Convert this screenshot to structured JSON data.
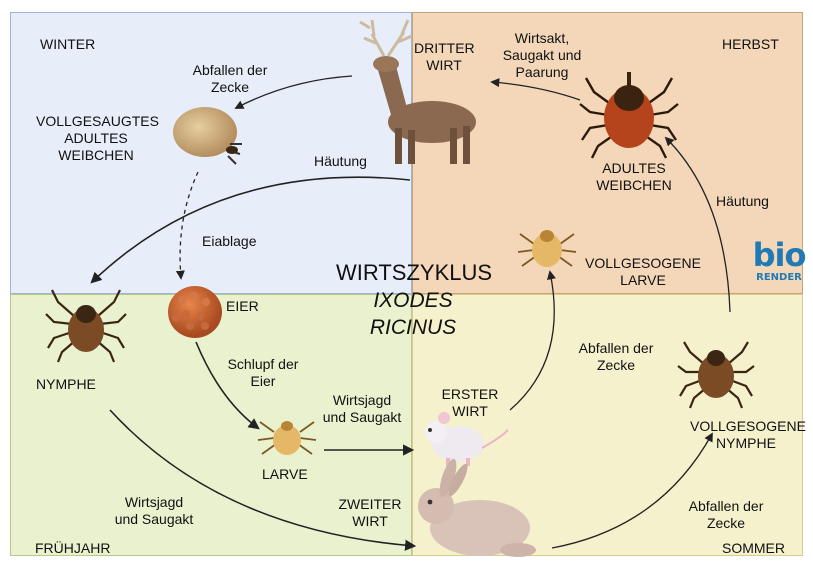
{
  "seasons": {
    "winter": "WINTER",
    "autumn": "HERBST",
    "spring": "FRÜHJAHR",
    "summer": "SOMMER"
  },
  "title": {
    "line1": "WIRTSZYKLUS",
    "line2": "IXODES",
    "line3": "RICINUS"
  },
  "stages": {
    "engorged_female": [
      "VOLLGESAUGTES",
      "ADULTES",
      "WEIBCHEN"
    ],
    "eggs": "EIER",
    "nymph": "NYMPHE",
    "larva": "LARVE",
    "engorged_larva": [
      "VOLLGESOGENE",
      "LARVE"
    ],
    "adult_female": [
      "ADULTES",
      "WEIBCHEN"
    ],
    "engorged_nymph": [
      "VOLLGESOGENE",
      "NYMPHE"
    ]
  },
  "hosts": {
    "third": [
      "DRITTER",
      "WIRT"
    ],
    "first": [
      "ERSTER",
      "WIRT"
    ],
    "second": [
      "ZWEITER",
      "WIRT"
    ]
  },
  "transitions": {
    "drop_winter": [
      "Abfallen der",
      "Zecke"
    ],
    "host_autumn": [
      "Wirtsakt,",
      "Saugakt und",
      "Paarung"
    ],
    "molt_top": "Häutung",
    "egg_laying": "Eiablage",
    "molt_right": "Häutung",
    "hatch": [
      "Schlupf der",
      "Eier"
    ],
    "host_larva": [
      "Wirtsjagd",
      "und Saugakt"
    ],
    "drop_summer_upper": [
      "Abfallen der",
      "Zecke"
    ],
    "host_nymph": [
      "Wirtsjagd",
      "und Saugakt"
    ],
    "drop_summer_lower": [
      "Abfallen der",
      "Zecke"
    ]
  },
  "logo": {
    "mark": "bio",
    "text": "RENDER",
    "color": "#1f7ab5"
  },
  "colors": {
    "winter": "#e7eef9",
    "autumn": "#f3d7b8",
    "spring": "#e9f1cf",
    "summer": "#f6f1cd"
  },
  "icons": [
    "deer-icon",
    "engorged-tick-icon",
    "adult-tick-icon",
    "larva-icon",
    "egg-cluster-icon",
    "nymph-icon",
    "mouse-icon",
    "rabbit-icon"
  ]
}
